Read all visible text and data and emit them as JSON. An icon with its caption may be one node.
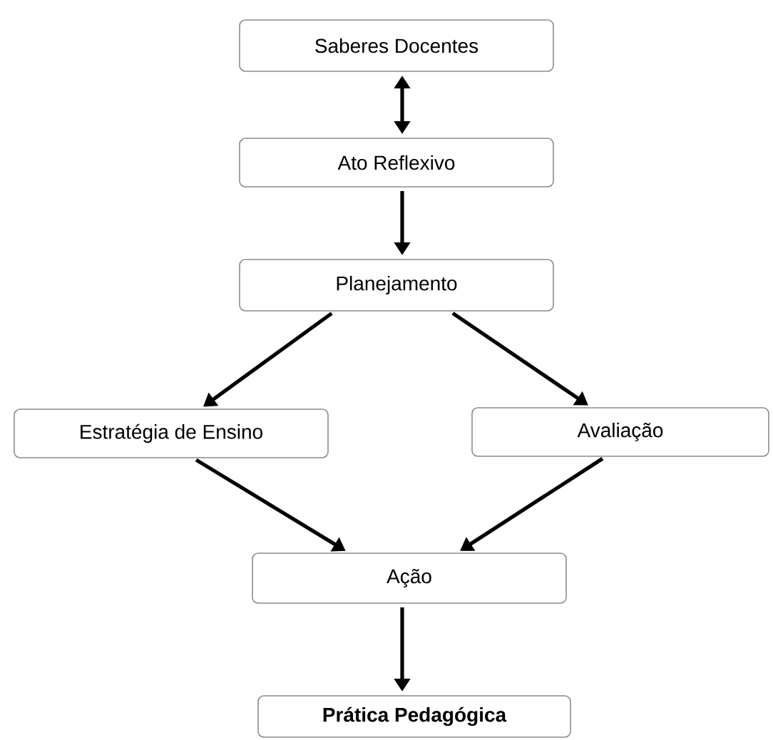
{
  "diagram": {
    "nodes": [
      {
        "text": [
          "Saberes Docentes"
        ]
      },
      {
        "text": [
          "Ato Reflexivo"
        ]
      },
      {
        "text": [
          "Planejamento"
        ]
      },
      {
        "text": [
          "Estratégia de Ensino"
        ]
      },
      {
        "text": [
          "Avaliação"
        ]
      },
      {
        "text": [
          "Ação"
        ]
      },
      {
        "text": [
          "Prática Pedagógica"
        ]
      }
    ],
    "edges": [
      {
        "from": 0,
        "to": 1,
        "arrow": "both"
      },
      {
        "from": 1,
        "to": 2,
        "arrow": "to"
      },
      {
        "from": 2,
        "to": 3,
        "arrow": "to"
      },
      {
        "from": 2,
        "to": 4,
        "arrow": "to"
      },
      {
        "from": 3,
        "to": 5,
        "arrow": "to"
      },
      {
        "from": 4,
        "to": 5,
        "arrow": "to"
      },
      {
        "from": 5,
        "to": 6,
        "arrow": "to"
      }
    ]
  }
}
